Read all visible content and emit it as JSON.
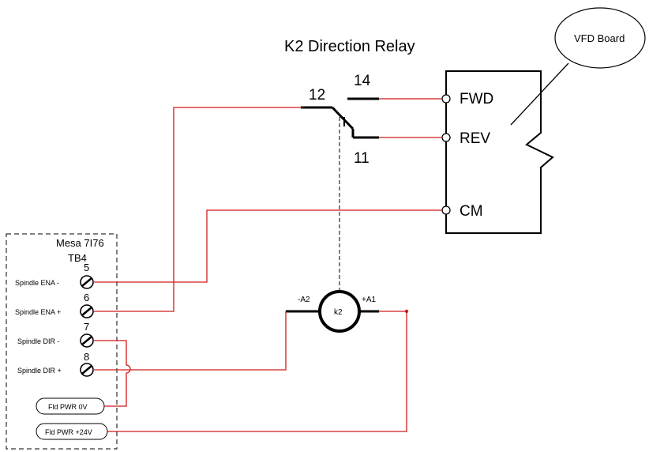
{
  "title": "K2 Direction Relay",
  "vfd": {
    "bubble_label": "VFD Board",
    "terminals": [
      "FWD",
      "REV",
      "CM"
    ]
  },
  "relay": {
    "contact_common": "12",
    "contact_no": "14",
    "contact_nc": "11",
    "coil_label": "k2",
    "coil_minus": "-A2",
    "coil_plus": "+A1"
  },
  "mesa": {
    "title": "Mesa 7I76",
    "block": "TB4",
    "terminals": [
      {
        "num": "5",
        "label": "Spindle ENA -"
      },
      {
        "num": "6",
        "label": "Spindle ENA +"
      },
      {
        "num": "7",
        "label": "Spindle DIR -"
      },
      {
        "num": "8",
        "label": "Spindle DIR +"
      }
    ],
    "power": [
      {
        "label": "Fld PWR 0V"
      },
      {
        "label": "Fld PWR +24V"
      }
    ]
  },
  "colors": {
    "wire": "#d11b1b",
    "line": "#000000"
  }
}
